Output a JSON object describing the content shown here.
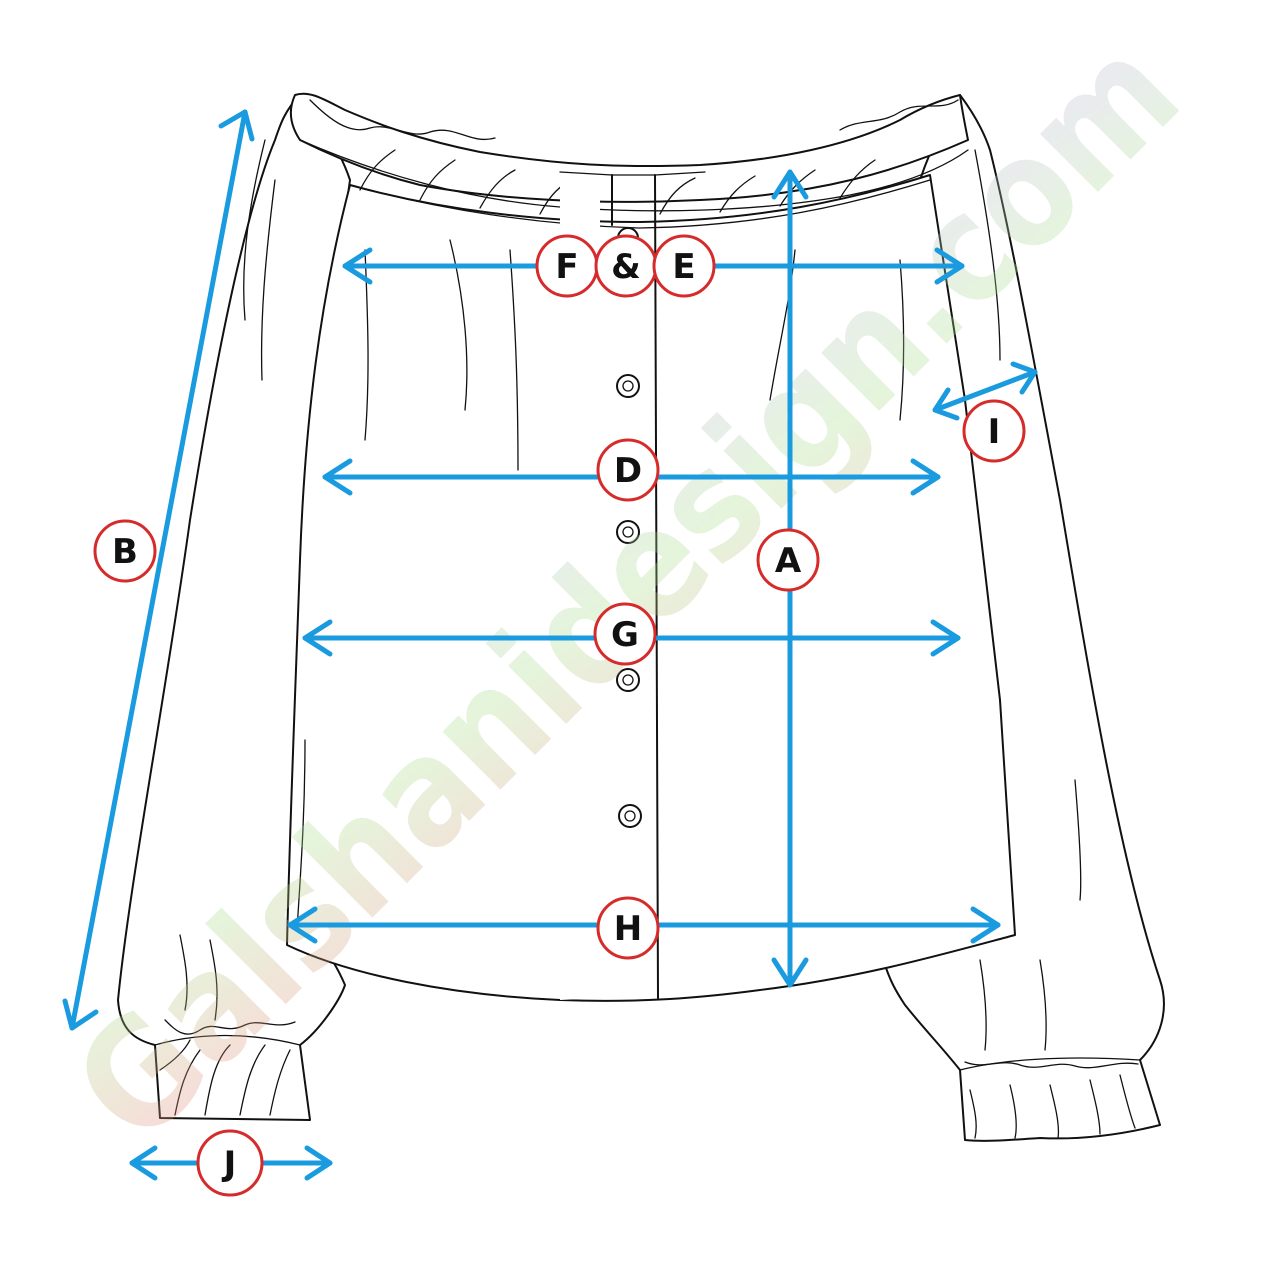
{
  "colors": {
    "arrow": "#1a9be0",
    "label_ring": "#d62b2b",
    "label_fill": "#ffffff",
    "outline": "#111111",
    "watermark_start": "#f47a7a",
    "watermark_mid": "#a8e08a",
    "watermark_end": "#c8a8f4"
  },
  "labels": {
    "A": "A",
    "B": "B",
    "D": "D",
    "E": "E",
    "F": "F",
    "amp": "&",
    "G": "G",
    "H": "H",
    "I": "I",
    "J": "J"
  },
  "watermark": {
    "text": "Galshanidesign.com"
  }
}
